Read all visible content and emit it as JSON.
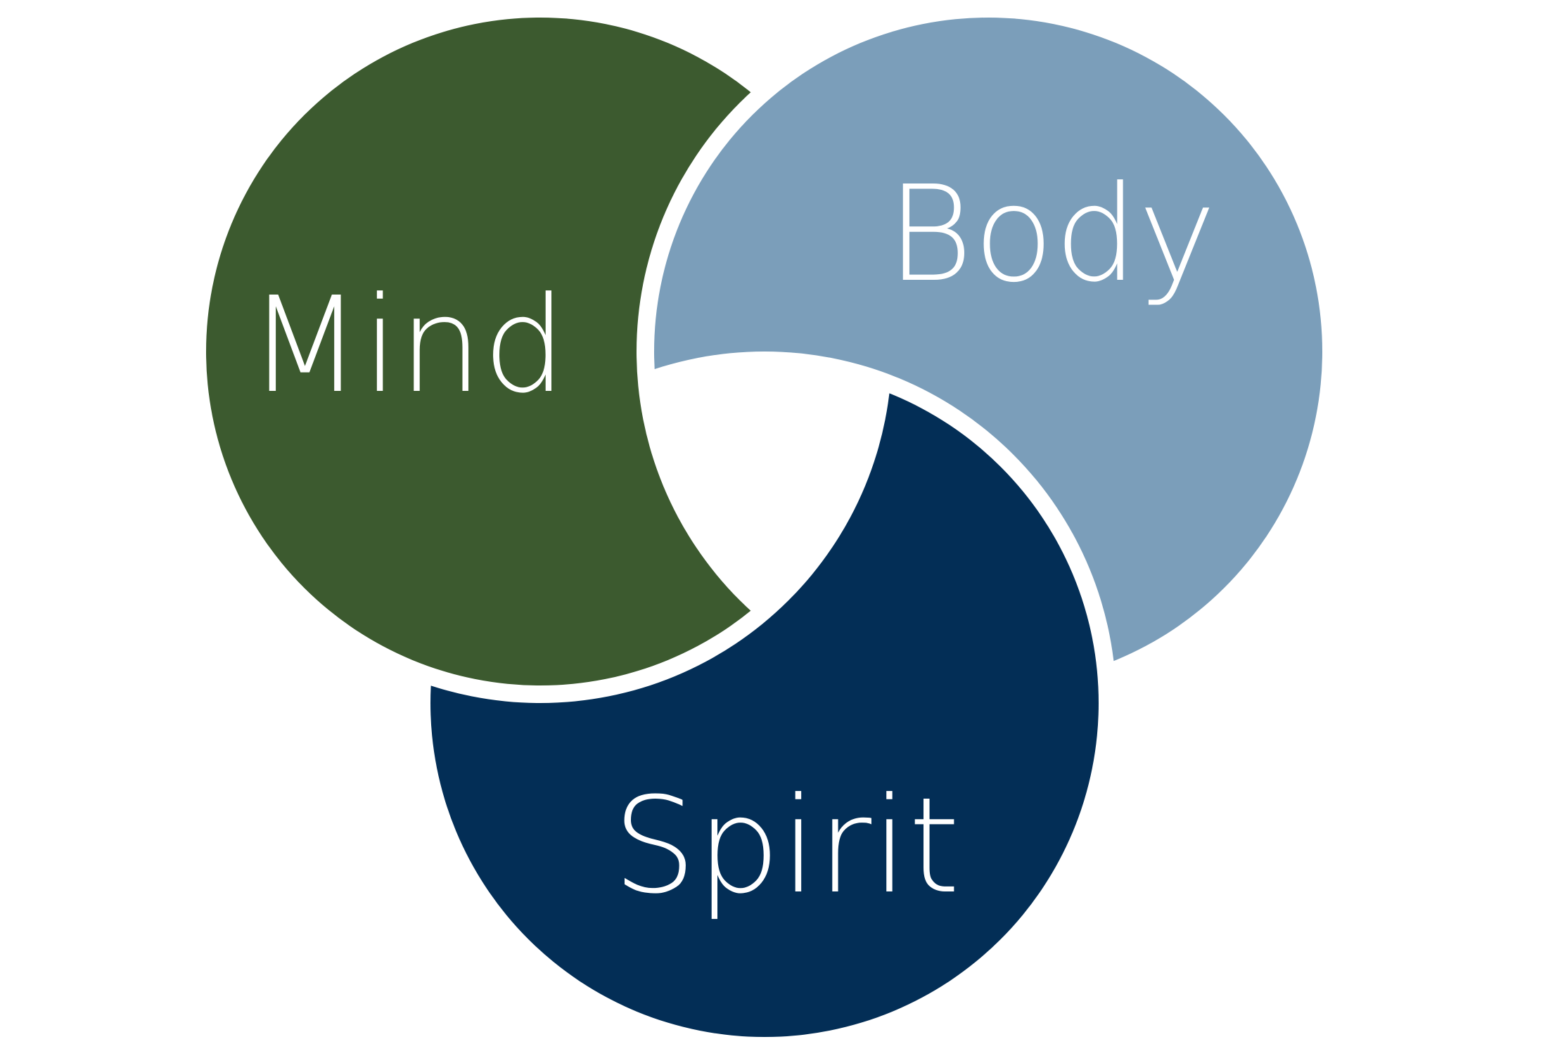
{
  "diagram": {
    "background": "#ffffff",
    "circles": [
      {
        "id": "mind",
        "label": "Mind",
        "color": "#3c5a2f"
      },
      {
        "id": "body",
        "label": "Body",
        "color": "#7b9eba"
      },
      {
        "id": "spirit",
        "label": "Spirit",
        "color": "#032e56"
      }
    ]
  }
}
